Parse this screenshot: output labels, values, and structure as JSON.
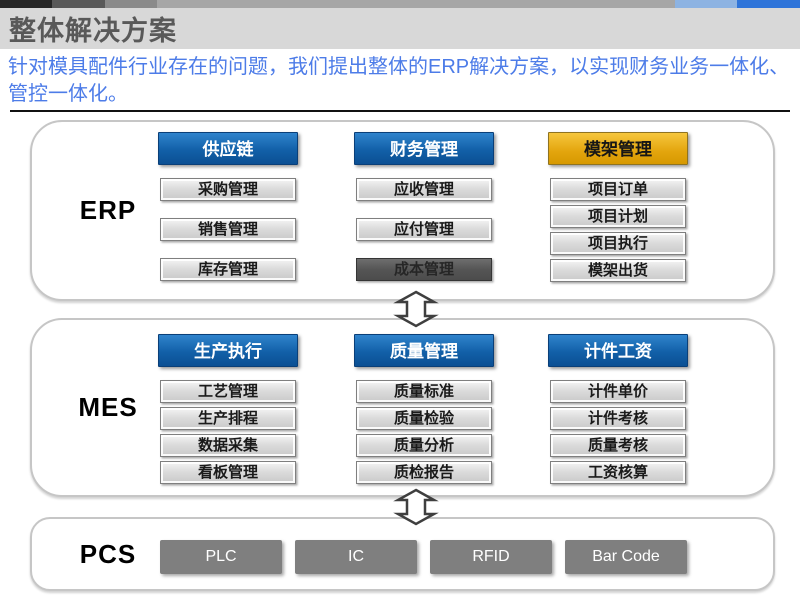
{
  "header": {
    "title": "整体解决方案",
    "subtitle": "针对模具配件行业存在的问题，我们提出整体的ERP解决方案，以实现财务业务一体化、管控一体化。"
  },
  "topbar": {
    "segment_colors": [
      "#262626",
      "#595959",
      "#8a8a8a",
      "#a6a6a6",
      "#8db3e2",
      "#2e74d9"
    ]
  },
  "colors": {
    "accent_blue": "#1260a8",
    "accent_gold": "#e3a50d",
    "subtitle_blue": "#4d7ce8",
    "title_gray": "#595959",
    "dark_button_bg": "#555555",
    "pcs_button_bg": "#7f7f7f"
  },
  "sections": [
    {
      "id": "erp",
      "label": "ERP",
      "columns": [
        {
          "header": "供应链",
          "variant": "blue",
          "items": [
            {
              "label": "采购管理",
              "variant": "gray"
            },
            {
              "label": "销售管理",
              "variant": "gray"
            },
            {
              "label": "库存管理",
              "variant": "gray"
            }
          ]
        },
        {
          "header": "财务管理",
          "variant": "blue",
          "items": [
            {
              "label": "应收管理",
              "variant": "gray"
            },
            {
              "label": "应付管理",
              "variant": "gray"
            },
            {
              "label": "成本管理",
              "variant": "dark"
            }
          ]
        },
        {
          "header": "模架管理",
          "variant": "gold",
          "items": [
            {
              "label": "项目订单",
              "variant": "gray"
            },
            {
              "label": "项目计划",
              "variant": "gray"
            },
            {
              "label": "项目执行",
              "variant": "gray"
            },
            {
              "label": "模架出货",
              "variant": "gray"
            }
          ]
        }
      ]
    },
    {
      "id": "mes",
      "label": "MES",
      "columns": [
        {
          "header": "生产执行",
          "variant": "blue",
          "items": [
            {
              "label": "工艺管理",
              "variant": "gray"
            },
            {
              "label": "生产排程",
              "variant": "gray"
            },
            {
              "label": "数据采集",
              "variant": "gray"
            },
            {
              "label": "看板管理",
              "variant": "gray"
            }
          ]
        },
        {
          "header": "质量管理",
          "variant": "blue",
          "items": [
            {
              "label": "质量标准",
              "variant": "gray"
            },
            {
              "label": "质量检验",
              "variant": "gray"
            },
            {
              "label": "质量分析",
              "variant": "gray"
            },
            {
              "label": "质检报告",
              "variant": "gray"
            }
          ]
        },
        {
          "header": "计件工资",
          "variant": "blue",
          "items": [
            {
              "label": "计件单价",
              "variant": "gray"
            },
            {
              "label": "计件考核",
              "variant": "gray"
            },
            {
              "label": "质量考核",
              "variant": "gray"
            },
            {
              "label": "工资核算",
              "variant": "gray"
            }
          ]
        }
      ]
    },
    {
      "id": "pcs",
      "label": "PCS",
      "buttons": [
        "PLC",
        "IC",
        "RFID",
        "Bar Code"
      ]
    }
  ]
}
